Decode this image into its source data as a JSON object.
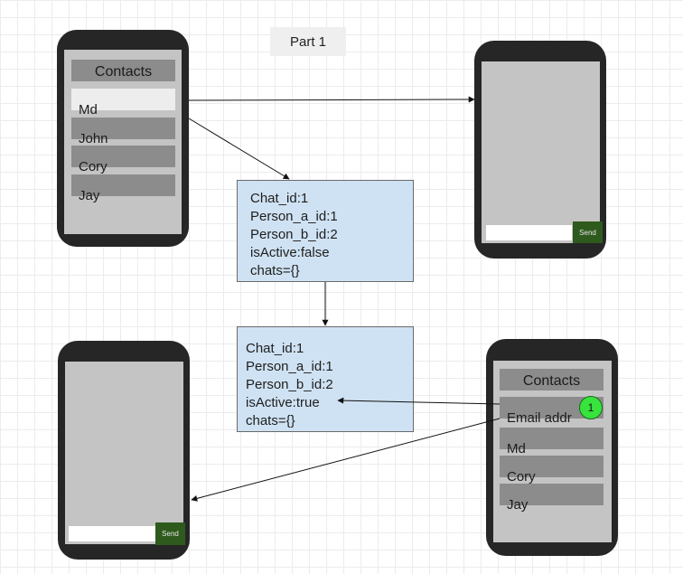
{
  "part_label": "Part 1",
  "phone_top_left": {
    "header": "Contacts",
    "contacts": [
      "Md",
      "John",
      "Cory",
      "Jay"
    ]
  },
  "phone_top_right": {
    "send_label": "Send"
  },
  "chat_box_1": {
    "lines": [
      "Chat_id:1",
      "Person_a_id:1",
      "Person_b_id:2",
      "isActive:false",
      "chats={}"
    ]
  },
  "chat_box_2": {
    "lines": [
      "Chat_id:1",
      "Person_a_id:1",
      "Person_b_id:2",
      "isActive:true",
      "chats={}"
    ]
  },
  "phone_bottom_left": {
    "send_label": "Send"
  },
  "phone_bottom_right": {
    "header": "Contacts",
    "contacts": [
      "Email addr",
      "Md",
      "Cory",
      "Jay"
    ],
    "badge": "1"
  },
  "colors": {
    "phone_body": "#262626",
    "screen": "#c4c4c4",
    "row": "#8c8c8c",
    "highlight_row": "#ededed",
    "box_fill": "#cfe2f3",
    "send_button": "#2f5a1d",
    "badge": "#38e33d"
  }
}
